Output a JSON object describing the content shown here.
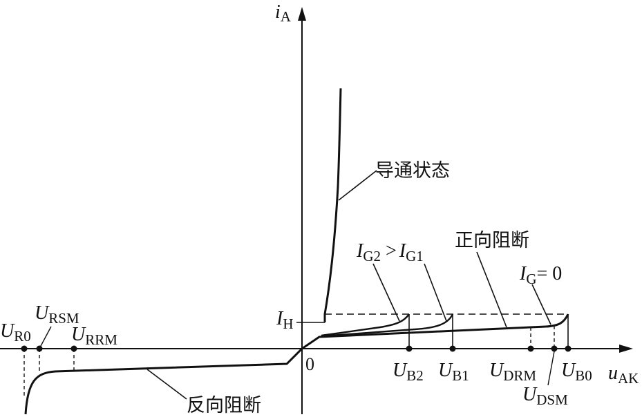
{
  "axes": {
    "y": {
      "symbol": "i",
      "subscript": "A"
    },
    "x": {
      "symbol": "u",
      "subscript": "AK"
    },
    "origin": "0"
  },
  "holding_current": {
    "symbol": "I",
    "subscript": "H"
  },
  "region_labels": {
    "on_state": "导通状态",
    "forward_blocking": "正向阻断",
    "reverse_blocking": "反向阻断"
  },
  "gate_labels": {
    "relation": {
      "left_symbol": "I",
      "left_sub": "G2",
      "op": " >",
      "right_symbol": "I",
      "right_sub": "G1"
    },
    "zero": {
      "symbol": "I",
      "subscript": "G",
      "rest": "= 0"
    }
  },
  "voltage_marks": {
    "UR0": {
      "symbol": "U",
      "subscript": "R0"
    },
    "URSM": {
      "symbol": "U",
      "subscript": "RSM"
    },
    "URRM": {
      "symbol": "U",
      "subscript": "RRM"
    },
    "UB2": {
      "symbol": "U",
      "subscript": "B2"
    },
    "UB1": {
      "symbol": "U",
      "subscript": "B1"
    },
    "UDRM": {
      "symbol": "U",
      "subscript": "DRM"
    },
    "UDSM": {
      "symbol": "U",
      "subscript": "DSM"
    },
    "UB0": {
      "symbol": "U",
      "subscript": "B0"
    }
  },
  "style": {
    "ink": "#111111",
    "background": "#ffffff"
  }
}
